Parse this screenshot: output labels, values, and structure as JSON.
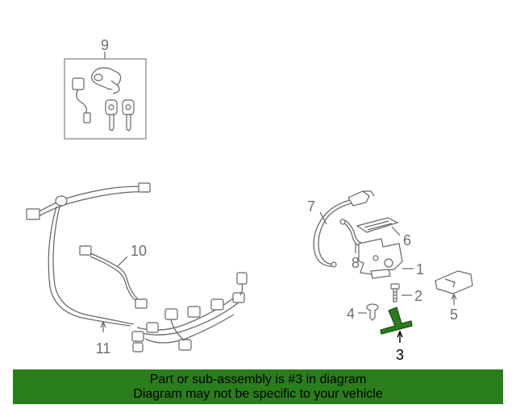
{
  "callouts": {
    "c1": "1",
    "c2": "2",
    "c3": "3",
    "c4": "4",
    "c5": "5",
    "c6": "6",
    "c7": "7",
    "c8": "8",
    "c9": "9",
    "c10": "10",
    "c11": "11"
  },
  "highlight": {
    "part": "3",
    "color": "#2a7d1b"
  },
  "banner": {
    "line1": "Part or sub-assembly is #3 in diagram",
    "line2": "Diagram may not be specific to your vehicle",
    "color": "#2a7d1b"
  }
}
